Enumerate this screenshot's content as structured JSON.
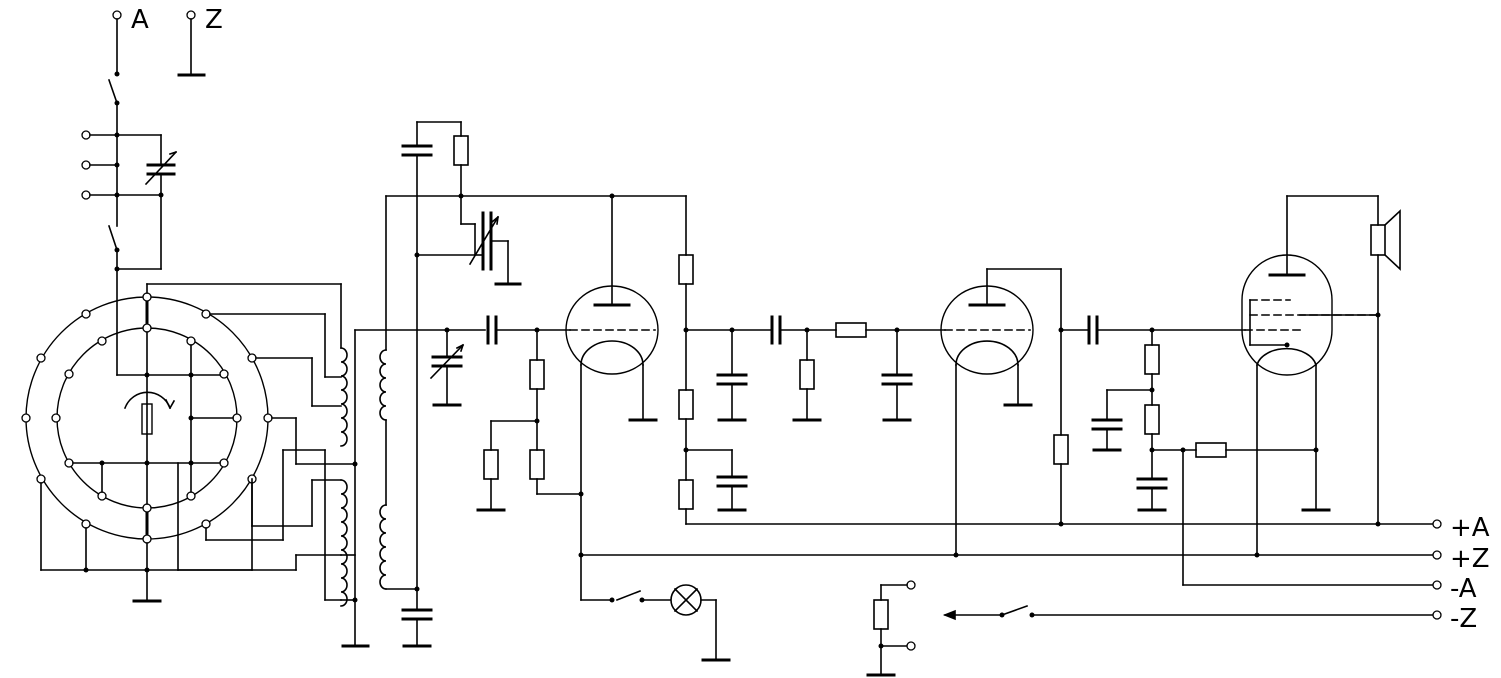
{
  "diagram": {
    "antenna_label": "A",
    "ground_label": "Z",
    "terminals": [
      "+A",
      "+Z",
      "-A",
      "-Z"
    ]
  }
}
